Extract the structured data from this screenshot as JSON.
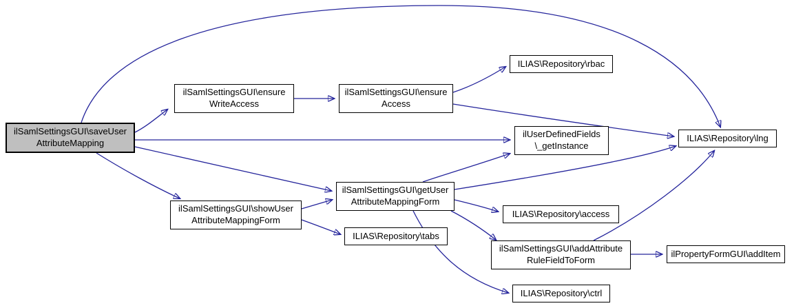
{
  "diagram": {
    "type": "call-graph",
    "colors": {
      "edge": "#24249B",
      "node_fill": "#ffffff",
      "node_border": "#000000",
      "highlight_fill": "#BFBFBF",
      "background": "#ffffff"
    },
    "nodes": [
      {
        "id": "saveUserAttributeMapping",
        "label": "ilSamlSettingsGUI\\saveUser\nAttributeMapping",
        "highlighted": true
      },
      {
        "id": "ensureWriteAccess",
        "label": "ilSamlSettingsGUI\\ensure\nWriteAccess",
        "highlighted": false
      },
      {
        "id": "ensureAccess",
        "label": "ilSamlSettingsGUI\\ensure\nAccess",
        "highlighted": false
      },
      {
        "id": "rbac",
        "label": "ILIAS\\Repository\\rbac",
        "highlighted": false
      },
      {
        "id": "getInstance",
        "label": "ilUserDefinedFields\n\\_getInstance",
        "highlighted": false
      },
      {
        "id": "lng",
        "label": "ILIAS\\Repository\\lng",
        "highlighted": false
      },
      {
        "id": "getUserAttributeMappingForm",
        "label": "ilSamlSettingsGUI\\getUser\nAttributeMappingForm",
        "highlighted": false
      },
      {
        "id": "showUserAttributeMappingForm",
        "label": "ilSamlSettingsGUI\\showUser\nAttributeMappingForm",
        "highlighted": false
      },
      {
        "id": "access",
        "label": "ILIAS\\Repository\\access",
        "highlighted": false
      },
      {
        "id": "tabs",
        "label": "ILIAS\\Repository\\tabs",
        "highlighted": false
      },
      {
        "id": "addAttributeRuleFieldToForm",
        "label": "ilSamlSettingsGUI\\addAttribute\nRuleFieldToForm",
        "highlighted": false
      },
      {
        "id": "addItem",
        "label": "ilPropertyFormGUI\\addItem",
        "highlighted": false
      },
      {
        "id": "ctrl",
        "label": "ILIAS\\Repository\\ctrl",
        "highlighted": false
      }
    ],
    "edges": [
      {
        "from": "saveUserAttributeMapping",
        "to": "ensureWriteAccess"
      },
      {
        "from": "saveUserAttributeMapping",
        "to": "lng"
      },
      {
        "from": "saveUserAttributeMapping",
        "to": "getInstance"
      },
      {
        "from": "saveUserAttributeMapping",
        "to": "getUserAttributeMappingForm"
      },
      {
        "from": "saveUserAttributeMapping",
        "to": "showUserAttributeMappingForm"
      },
      {
        "from": "ensureWriteAccess",
        "to": "ensureAccess"
      },
      {
        "from": "ensureAccess",
        "to": "rbac"
      },
      {
        "from": "ensureAccess",
        "to": "lng"
      },
      {
        "from": "getUserAttributeMappingForm",
        "to": "getInstance"
      },
      {
        "from": "getUserAttributeMappingForm",
        "to": "lng"
      },
      {
        "from": "getUserAttributeMappingForm",
        "to": "access"
      },
      {
        "from": "getUserAttributeMappingForm",
        "to": "addAttributeRuleFieldToForm"
      },
      {
        "from": "getUserAttributeMappingForm",
        "to": "ctrl"
      },
      {
        "from": "showUserAttributeMappingForm",
        "to": "getUserAttributeMappingForm"
      },
      {
        "from": "showUserAttributeMappingForm",
        "to": "tabs"
      },
      {
        "from": "addAttributeRuleFieldToForm",
        "to": "addItem"
      },
      {
        "from": "addAttributeRuleFieldToForm",
        "to": "lng"
      }
    ]
  }
}
